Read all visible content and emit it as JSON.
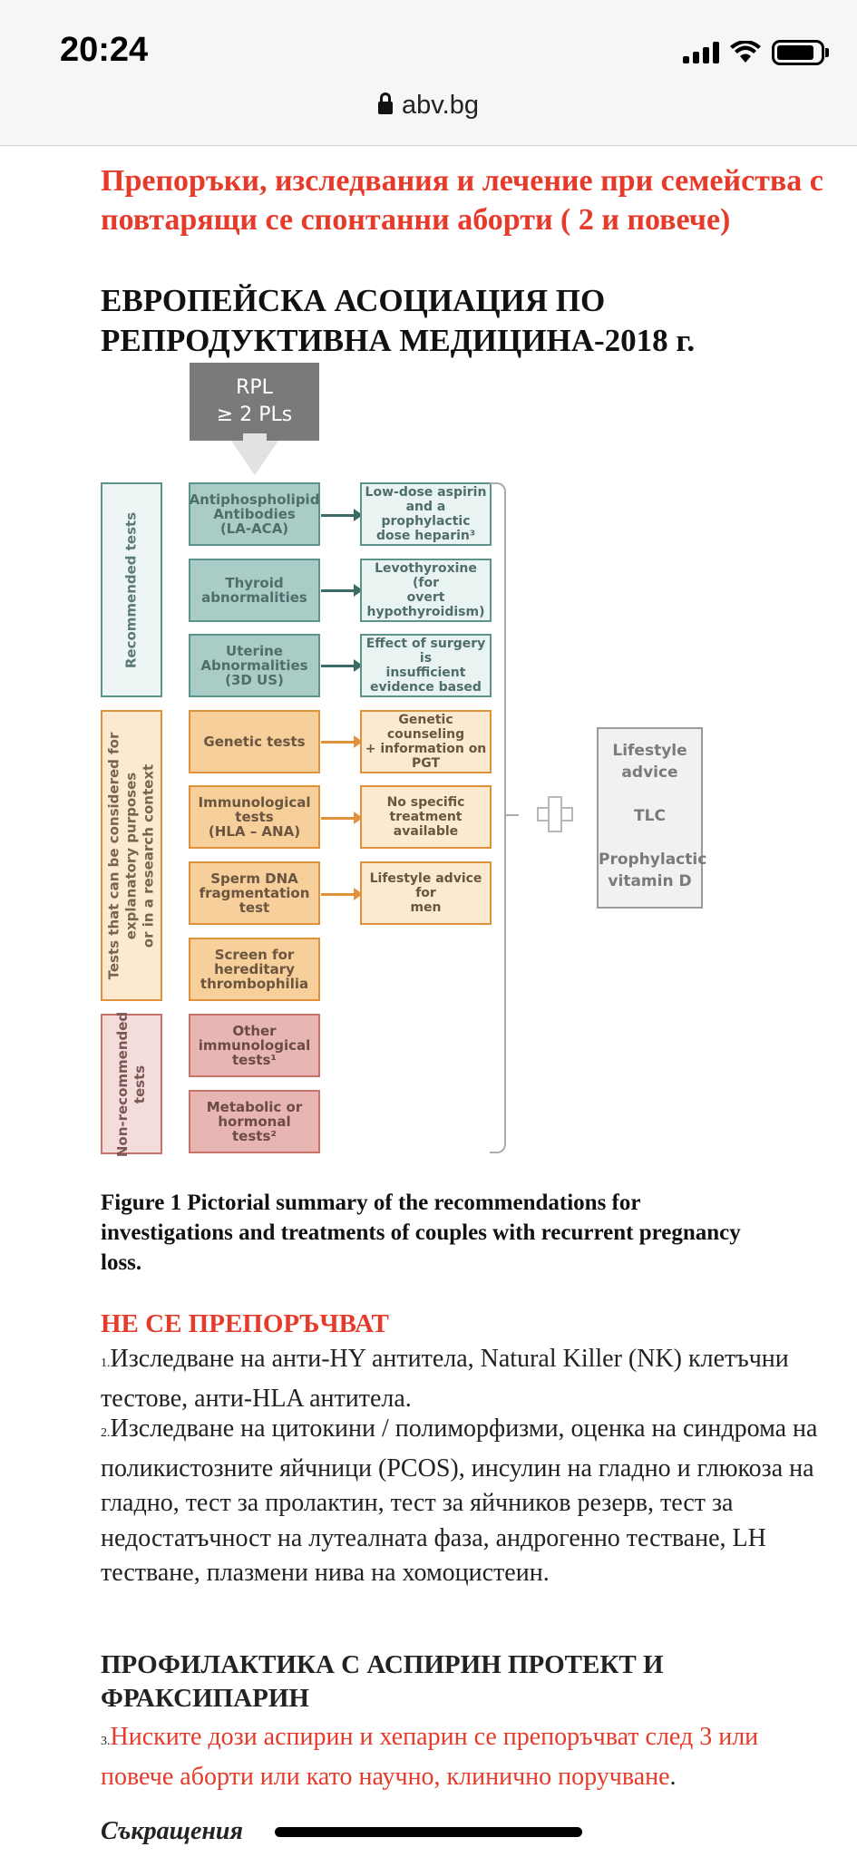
{
  "status_bar": {
    "time": "20:24"
  },
  "browser": {
    "url": "abv.bg"
  },
  "article": {
    "title_red": "Препоръки, изследвания и лечение при семейства с повтарящи се спонтанни аборти ( 2 и повече)",
    "title_black": "ЕВРОПЕЙСКА АСОЦИАЦИЯ ПО РЕПРОДУКТИВНА МЕДИЦИНА-2018 г."
  },
  "figure": {
    "top_box": [
      "RPL",
      "≥ 2 PLs"
    ],
    "groups": {
      "recommended": "Recommended tests",
      "considered": [
        "Tests that can be considered for",
        "explanatory purposes",
        "or in a research context"
      ],
      "non_recommended": [
        "Non-recommended",
        "tests"
      ]
    },
    "tests": {
      "antiphospholipid": [
        "Antiphospholipid",
        "Antibodies",
        "(LA-ACA)"
      ],
      "thyroid": [
        "Thyroid",
        "abnormalities"
      ],
      "uterine": [
        "Uterine",
        "Abnormalities",
        "(3D US)"
      ],
      "genetic": [
        "Genetic tests"
      ],
      "immunological": [
        "Immunological",
        "tests",
        "(HLA – ANA)"
      ],
      "sperm": [
        "Sperm DNA",
        "fragmentation",
        "test"
      ],
      "thrombophilia": [
        "Screen for",
        "hereditary",
        "thrombophilia"
      ],
      "other_immuno": [
        "Other",
        "immunological",
        "tests¹"
      ],
      "metabolic": [
        "Metabolic or",
        "hormonal",
        "tests²"
      ]
    },
    "treatments": {
      "aspirin": [
        "Low-dose aspirin",
        "and a prophylactic",
        "dose heparin³"
      ],
      "levothyroxine": [
        "Levothyroxine (for",
        "overt",
        "hypothyroidism)"
      ],
      "surgery": [
        "Effect of surgery is",
        "insufficient",
        "evidence based"
      ],
      "counseling": [
        "Genetic counseling",
        "+ information on",
        "PGT"
      ],
      "no_specific": [
        "No specific",
        "treatment available"
      ],
      "lifestyle_men": [
        "Lifestyle advice for",
        "men"
      ]
    },
    "lifestyle_box": [
      "Lifestyle",
      "advice",
      "TLC",
      "Prophylactic",
      "vitamin D"
    ]
  },
  "caption": "Figure 1 Pictorial summary of the recommendations for investigations and treatments of couples with recurrent pregnancy loss.",
  "not_recommended": {
    "title": "НЕ СЕ ПРЕПОРЪЧВАТ",
    "item1_num": "1.",
    "item1": "Изследване на анти-HY антитела, Natural Killer (NK) клетъчни тестове, анти-HLA антитела.",
    "item2_num": "2.",
    "item2": "Изследване на цитокини / полиморфизми, оценка на синдрома на поликистозните яйчници (PCOS), инсулин на гладно и глюкоза на гладно, тест за пролактин, тест за яйчников резерв, тест за недостатъчност на лутеалната фаза, андрогенно тестване, LH тестване, плазмени нива на хомоцистеин."
  },
  "prophylaxis": {
    "title": "ПРОФИЛАКТИКА С АСПИРИН ПРОТЕКТ И ФРАКСИПАРИН",
    "item3_num": "3.",
    "item3": "Ниските дози аспирин и хепарин се препоръчват след 3 или повече аборти или като научно, клинично поручване",
    "item3_end": "."
  },
  "abbreviations": "Съкращения"
}
